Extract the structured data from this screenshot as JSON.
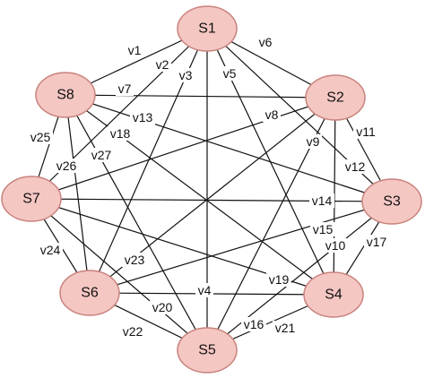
{
  "diagram": {
    "node_fill": "#f4c7c3",
    "node_stroke": "#c9827c",
    "edge_color": "#111111",
    "nodes": [
      {
        "id": "S1",
        "label": "S1"
      },
      {
        "id": "S2",
        "label": "S2"
      },
      {
        "id": "S3",
        "label": "S3"
      },
      {
        "id": "S4",
        "label": "S4"
      },
      {
        "id": "S5",
        "label": "S5"
      },
      {
        "id": "S6",
        "label": "S6"
      },
      {
        "id": "S7",
        "label": "S7"
      },
      {
        "id": "S8",
        "label": "S8"
      }
    ],
    "edges": [
      {
        "label": "v1",
        "from": "S1",
        "to": "S8"
      },
      {
        "label": "v2",
        "from": "S1",
        "to": "S7"
      },
      {
        "label": "v3",
        "from": "S1",
        "to": "S6"
      },
      {
        "label": "v4",
        "from": "S1",
        "to": "S5"
      },
      {
        "label": "v5",
        "from": "S1",
        "to": "S4"
      },
      {
        "label": "v6",
        "from": "S1",
        "to": "S2"
      },
      {
        "label": "v7",
        "from": "S8",
        "to": "S2"
      },
      {
        "label": "v8",
        "from": "S2",
        "to": "S7"
      },
      {
        "label": "v9",
        "from": "S2",
        "to": "S5"
      },
      {
        "label": "v10",
        "from": "S2",
        "to": "S4"
      },
      {
        "label": "v11",
        "from": "S2",
        "to": "S3"
      },
      {
        "label": "v12",
        "from": "S1",
        "to": "S3"
      },
      {
        "label": "v13",
        "from": "S8",
        "to": "S3"
      },
      {
        "label": "v14",
        "from": "S7",
        "to": "S3"
      },
      {
        "label": "v15",
        "from": "S3",
        "to": "S6"
      },
      {
        "label": "v16",
        "from": "S3",
        "to": "S5"
      },
      {
        "label": "v17",
        "from": "S3",
        "to": "S4"
      },
      {
        "label": "v18",
        "from": "S8",
        "to": "S4"
      },
      {
        "label": "v19",
        "from": "S7",
        "to": "S4"
      },
      {
        "label": "v20",
        "from": "S6",
        "to": "S4"
      },
      {
        "label": "v21",
        "from": "S5",
        "to": "S4"
      },
      {
        "label": "v22",
        "from": "S6",
        "to": "S5"
      },
      {
        "label": "v23",
        "from": "S6",
        "to": "S2"
      },
      {
        "label": "v24",
        "from": "S7",
        "to": "S6"
      },
      {
        "label": "v25",
        "from": "S8",
        "to": "S7"
      },
      {
        "label": "v26",
        "from": "S8",
        "to": "S6"
      },
      {
        "label": "v27",
        "from": "S8",
        "to": "S5"
      },
      {
        "label": "",
        "from": "S7",
        "to": "S5"
      }
    ]
  }
}
